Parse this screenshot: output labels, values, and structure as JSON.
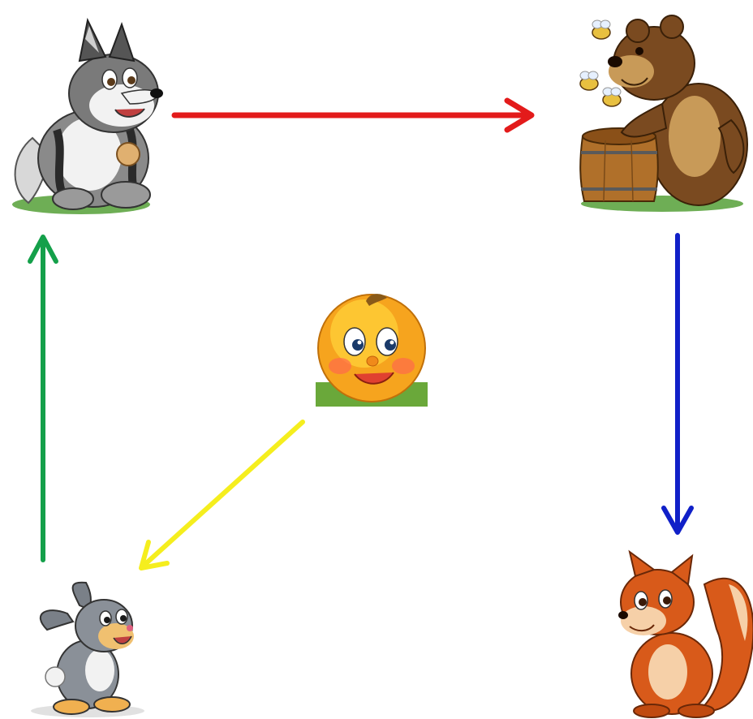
{
  "characters": [
    {
      "id": "wolf",
      "icon": "wolf-icon"
    },
    {
      "id": "bear",
      "icon": "bear-icon"
    },
    {
      "id": "kolobok",
      "icon": "kolobok-icon"
    },
    {
      "id": "hare",
      "icon": "hare-icon"
    },
    {
      "id": "fox",
      "icon": "fox-icon"
    }
  ],
  "arrows": [
    {
      "from": "kolobok",
      "to": "hare",
      "color": "#f5ee1e"
    },
    {
      "from": "hare",
      "to": "wolf",
      "color": "#14a04a"
    },
    {
      "from": "wolf",
      "to": "bear",
      "color": "#e31b1b"
    },
    {
      "from": "bear",
      "to": "fox",
      "color": "#1020c8"
    }
  ]
}
